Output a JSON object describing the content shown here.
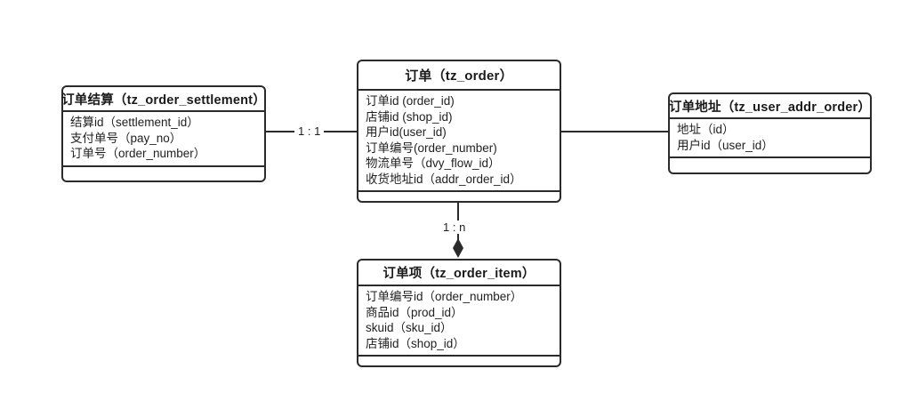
{
  "diagram": {
    "type": "er-diagram",
    "colors": {
      "stroke": "#2b2b2b",
      "text": "#1f1f1f",
      "background": "#ffffff"
    },
    "entities": [
      {
        "id": "tz_order_settlement",
        "title": "订单结算（tz_order_settlement）",
        "attributes": [
          "结算id（settlement_id）",
          "支付单号（pay_no）",
          "订单号（order_number）"
        ]
      },
      {
        "id": "tz_order",
        "title": "订单（tz_order）",
        "attributes": [
          "订单id (order_id)",
          "店铺id (shop_id)",
          "用户id(user_id)",
          "订单编号(order_number)",
          "物流单号（dvy_flow_id）",
          "收货地址id（addr_order_id）"
        ]
      },
      {
        "id": "tz_user_addr_order",
        "title": "订单地址（tz_user_addr_order）",
        "attributes": [
          "地址（id）",
          "用户id（user_id）"
        ]
      },
      {
        "id": "tz_order_item",
        "title": "订单项（tz_order_item）",
        "attributes": [
          "订单编号id（order_number）",
          "商品id（prod_id）",
          "skuid（sku_id）",
          "店铺id（shop_id）"
        ]
      }
    ],
    "relationships": [
      {
        "id": "settlement-order",
        "from": "tz_order_settlement",
        "to": "tz_order",
        "cardinality": "1 : 1",
        "marker": "none"
      },
      {
        "id": "order-addr",
        "from": "tz_order",
        "to": "tz_user_addr_order",
        "cardinality": "",
        "marker": "none"
      },
      {
        "id": "order-item",
        "from": "tz_order",
        "to": "tz_order_item",
        "cardinality": "1 : n",
        "marker": "filled-diamond"
      }
    ]
  }
}
